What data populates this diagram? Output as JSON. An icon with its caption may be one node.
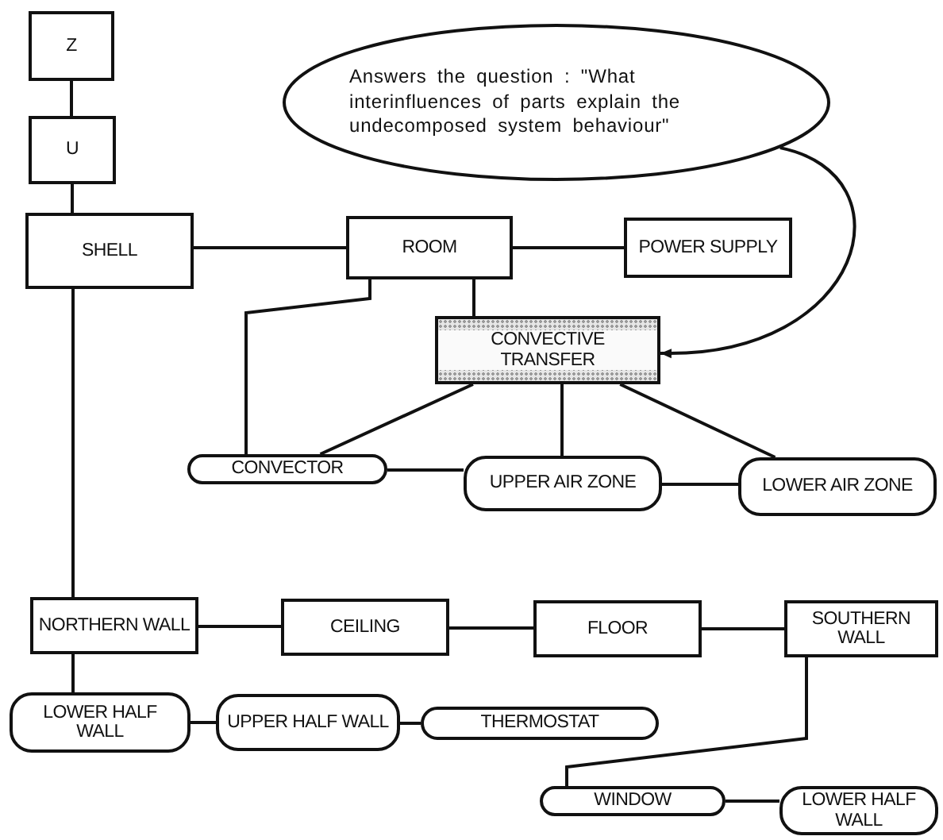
{
  "diagram": {
    "nodes": [
      {
        "text": [
          "Answers the question : \"What interinfluences of parts explain the undecomposed system behaviour\""
        ]
      },
      {
        "text": [
          "Z"
        ]
      },
      {
        "text": [
          "U"
        ]
      },
      {
        "text": [
          "SHELL"
        ]
      },
      {
        "text": [
          "ROOM"
        ]
      },
      {
        "text": [
          "POWER SUPPLY"
        ]
      },
      {
        "text": [
          "CONVECTIVE TRANSFER"
        ]
      },
      {
        "text": [
          "CONVECTOR"
        ]
      },
      {
        "text": [
          "UPPER AIR ZONE"
        ]
      },
      {
        "text": [
          "LOWER AIR ZONE"
        ]
      },
      {
        "text": [
          "NORTHERN WALL"
        ]
      },
      {
        "text": [
          "CEILING"
        ]
      },
      {
        "text": [
          "FLOOR"
        ]
      },
      {
        "text": [
          "SOUTHERN WALL"
        ]
      },
      {
        "text": [
          "LOWER HALF WALL"
        ]
      },
      {
        "text": [
          "UPPER HALF WALL"
        ]
      },
      {
        "text": [
          "THERMOSTAT"
        ]
      },
      {
        "text": [
          "WINDOW"
        ]
      },
      {
        "text": [
          "LOWER HALF WALL"
        ]
      }
    ],
    "edges": [
      {
        "from": 1,
        "to": 2,
        "arrow": "none"
      },
      {
        "from": 2,
        "to": 3,
        "arrow": "none"
      },
      {
        "from": 3,
        "to": 4,
        "arrow": "none"
      },
      {
        "from": 4,
        "to": 5,
        "arrow": "none"
      },
      {
        "from": 4,
        "to": 6,
        "arrow": "none"
      },
      {
        "from": 4,
        "to": 7,
        "arrow": "none"
      },
      {
        "from": 6,
        "to": 7,
        "arrow": "none"
      },
      {
        "from": 6,
        "to": 8,
        "arrow": "none"
      },
      {
        "from": 6,
        "to": 9,
        "arrow": "none"
      },
      {
        "from": 7,
        "to": 8,
        "arrow": "none"
      },
      {
        "from": 8,
        "to": 9,
        "arrow": "none"
      },
      {
        "from": 3,
        "to": 10,
        "arrow": "none"
      },
      {
        "from": 10,
        "to": 11,
        "arrow": "none"
      },
      {
        "from": 11,
        "to": 12,
        "arrow": "none"
      },
      {
        "from": 12,
        "to": 13,
        "arrow": "none"
      },
      {
        "from": 10,
        "to": 14,
        "arrow": "none"
      },
      {
        "from": 14,
        "to": 15,
        "arrow": "none"
      },
      {
        "from": 15,
        "to": 16,
        "arrow": "none"
      },
      {
        "from": 13,
        "to": 17,
        "arrow": "none"
      },
      {
        "from": 17,
        "to": 18,
        "arrow": "none"
      },
      {
        "from": 0,
        "to": 6,
        "arrow": "to"
      }
    ]
  }
}
